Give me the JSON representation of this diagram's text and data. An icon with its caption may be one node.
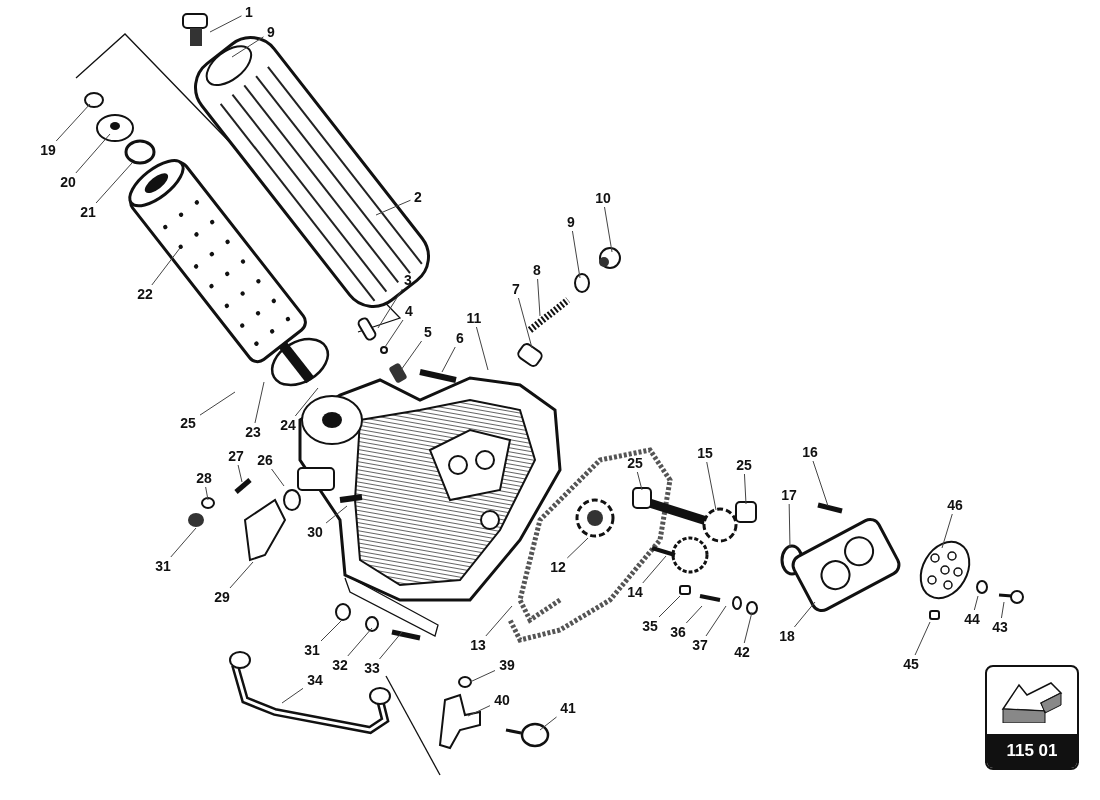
{
  "diagram": {
    "nodes": [
      {
        "text": [
          "1"
        ]
      },
      {
        "text": [
          "9"
        ]
      },
      {
        "text": [
          "19"
        ]
      },
      {
        "text": [
          "20"
        ]
      },
      {
        "text": [
          "21"
        ]
      },
      {
        "text": [
          "2"
        ]
      },
      {
        "text": [
          "22"
        ]
      },
      {
        "text": [
          "3"
        ]
      },
      {
        "text": [
          "4"
        ]
      },
      {
        "text": [
          "5"
        ]
      },
      {
        "text": [
          "6"
        ]
      },
      {
        "text": [
          "11"
        ]
      },
      {
        "text": [
          "7"
        ]
      },
      {
        "text": [
          "8"
        ]
      },
      {
        "text": [
          "9"
        ]
      },
      {
        "text": [
          "10"
        ]
      },
      {
        "text": [
          "25"
        ]
      },
      {
        "text": [
          "23"
        ]
      },
      {
        "text": [
          "24"
        ]
      },
      {
        "text": [
          "27"
        ]
      },
      {
        "text": [
          "26"
        ]
      },
      {
        "text": [
          "28"
        ]
      },
      {
        "text": [
          "31"
        ]
      },
      {
        "text": [
          "30"
        ]
      },
      {
        "text": [
          "29"
        ]
      },
      {
        "text": [
          "12"
        ]
      },
      {
        "text": [
          "25"
        ]
      },
      {
        "text": [
          "15"
        ]
      },
      {
        "text": [
          "25"
        ]
      },
      {
        "text": [
          "16"
        ]
      },
      {
        "text": [
          "17"
        ]
      },
      {
        "text": [
          "46"
        ]
      },
      {
        "text": [
          "14"
        ]
      },
      {
        "text": [
          "13"
        ]
      },
      {
        "text": [
          "35"
        ]
      },
      {
        "text": [
          "36"
        ]
      },
      {
        "text": [
          "37"
        ]
      },
      {
        "text": [
          "42"
        ]
      },
      {
        "text": [
          "18"
        ]
      },
      {
        "text": [
          "44"
        ]
      },
      {
        "text": [
          "43"
        ]
      },
      {
        "text": [
          "45"
        ]
      },
      {
        "text": [
          "31"
        ]
      },
      {
        "text": [
          "32"
        ]
      },
      {
        "text": [
          "33"
        ]
      },
      {
        "text": [
          "34"
        ]
      },
      {
        "text": [
          "39"
        ]
      },
      {
        "text": [
          "40"
        ]
      },
      {
        "text": [
          "41"
        ]
      },
      {
        "text": [
          "115 01"
        ]
      }
    ],
    "edges": [
      {
        "from": 0,
        "to": null,
        "arrow": "none"
      },
      {
        "from": 1,
        "to": null,
        "arrow": "none"
      },
      {
        "from": 2,
        "to": null,
        "arrow": "none"
      },
      {
        "from": 3,
        "to": null,
        "arrow": "none"
      },
      {
        "from": 4,
        "to": null,
        "arrow": "none"
      },
      {
        "from": 5,
        "to": null,
        "arrow": "none"
      },
      {
        "from": 6,
        "to": null,
        "arrow": "none"
      },
      {
        "from": 7,
        "to": null,
        "arrow": "none"
      },
      {
        "from": 8,
        "to": null,
        "arrow": "none"
      },
      {
        "from": 9,
        "to": null,
        "arrow": "none"
      },
      {
        "from": 10,
        "to": null,
        "arrow": "none"
      },
      {
        "from": 11,
        "to": null,
        "arrow": "none"
      },
      {
        "from": 12,
        "to": null,
        "arrow": "none"
      },
      {
        "from": 13,
        "to": null,
        "arrow": "none"
      },
      {
        "from": 14,
        "to": null,
        "arrow": "none"
      },
      {
        "from": 15,
        "to": null,
        "arrow": "none"
      },
      {
        "from": 16,
        "to": null,
        "arrow": "none"
      },
      {
        "from": 17,
        "to": null,
        "arrow": "none"
      },
      {
        "from": 18,
        "to": null,
        "arrow": "none"
      },
      {
        "from": 19,
        "to": null,
        "arrow": "none"
      },
      {
        "from": 20,
        "to": null,
        "arrow": "none"
      },
      {
        "from": 21,
        "to": null,
        "arrow": "none"
      },
      {
        "from": 22,
        "to": null,
        "arrow": "none"
      },
      {
        "from": 23,
        "to": null,
        "arrow": "none"
      },
      {
        "from": 24,
        "to": null,
        "arrow": "none"
      },
      {
        "from": 25,
        "to": null,
        "arrow": "none"
      },
      {
        "from": 26,
        "to": null,
        "arrow": "none"
      },
      {
        "from": 27,
        "to": null,
        "arrow": "none"
      },
      {
        "from": 28,
        "to": null,
        "arrow": "none"
      },
      {
        "from": 29,
        "to": null,
        "arrow": "none"
      },
      {
        "from": 30,
        "to": null,
        "arrow": "none"
      },
      {
        "from": 31,
        "to": null,
        "arrow": "none"
      },
      {
        "from": 32,
        "to": null,
        "arrow": "none"
      },
      {
        "from": 33,
        "to": null,
        "arrow": "none"
      },
      {
        "from": 34,
        "to": null,
        "arrow": "none"
      },
      {
        "from": 35,
        "to": null,
        "arrow": "none"
      },
      {
        "from": 36,
        "to": null,
        "arrow": "none"
      },
      {
        "from": 37,
        "to": null,
        "arrow": "none"
      },
      {
        "from": 38,
        "to": null,
        "arrow": "none"
      },
      {
        "from": 39,
        "to": null,
        "arrow": "none"
      },
      {
        "from": 40,
        "to": null,
        "arrow": "none"
      },
      {
        "from": 41,
        "to": null,
        "arrow": "none"
      },
      {
        "from": 42,
        "to": null,
        "arrow": "none"
      },
      {
        "from": 43,
        "to": null,
        "arrow": "none"
      },
      {
        "from": 44,
        "to": null,
        "arrow": "none"
      },
      {
        "from": 45,
        "to": null,
        "arrow": "none"
      },
      {
        "from": 46,
        "to": null,
        "arrow": "none"
      },
      {
        "from": 47,
        "to": null,
        "arrow": "none"
      },
      {
        "from": 48,
        "to": null,
        "arrow": "none"
      }
    ]
  }
}
